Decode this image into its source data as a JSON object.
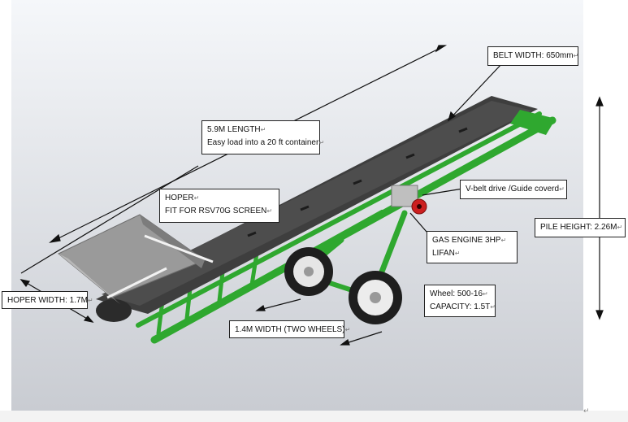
{
  "colors": {
    "frame_green": "#2fa82f",
    "belt_dark": "#3e3e3e",
    "hopper_gray": "#8f8f8f",
    "engine_red": "#cc1f1f",
    "background_top": "#f4f6f9"
  },
  "labels": {
    "length_line1": "5.9M LENGTH",
    "length_line2": "Easy load into a 20 ft container",
    "belt_width": "BELT WIDTH: 650mm",
    "hopper_line1": "HOPER",
    "hopper_line2": "FIT FOR RSV70G SCREEN",
    "vbelt": "V-belt drive /Guide coverd",
    "pile_height": "PILE HEIGHT: 2.26M",
    "engine_line1": "GAS ENGINE 3HP",
    "engine_line2": "LIFAN",
    "hopper_width": "HOPER WIDTH: 1.7M",
    "wheel_line1": "Wheel: 500-16",
    "wheel_line2": "CAPACITY: 1.5T",
    "width_two_wheels": "1.4M WIDTH (TWO WHEELS)"
  },
  "paragraph_mark": "↵"
}
